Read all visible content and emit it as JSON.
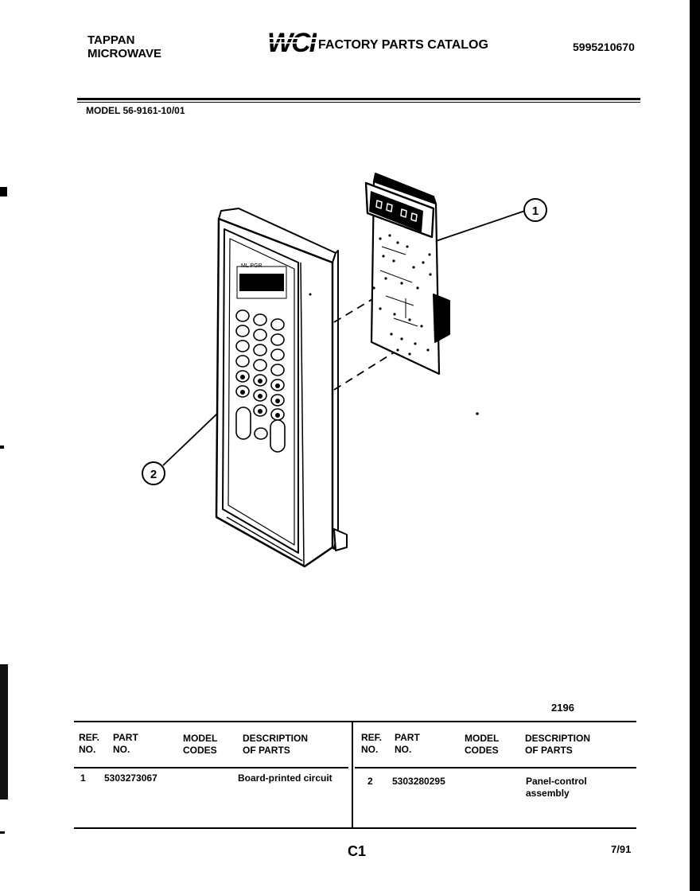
{
  "header": {
    "brand_line1": "TAPPAN",
    "brand_line2": "MICROWAVE",
    "logo_text": "WCI",
    "catalog_title": "FACTORY PARTS CATALOG",
    "doc_number": "5995210670",
    "model": "MODEL 56-9161-10/01"
  },
  "diagram": {
    "callouts": [
      "1",
      "2"
    ],
    "figure_number": "2196"
  },
  "table": {
    "headers": {
      "ref_no": [
        "REF.",
        "NO."
      ],
      "part_no": [
        "PART",
        "NO."
      ],
      "model_codes": [
        "MODEL",
        "CODES"
      ],
      "description": [
        "DESCRIPTION",
        "OF PARTS"
      ]
    },
    "rows": [
      {
        "ref": "1",
        "part": "5303273067",
        "codes": "",
        "desc_line1": "Board-printed circuit",
        "desc_line2": ""
      },
      {
        "ref": "2",
        "part": "5303280295",
        "codes": "",
        "desc_line1": "Panel-control",
        "desc_line2": "assembly"
      }
    ]
  },
  "footer": {
    "page_code": "C1",
    "date": "7/91"
  }
}
